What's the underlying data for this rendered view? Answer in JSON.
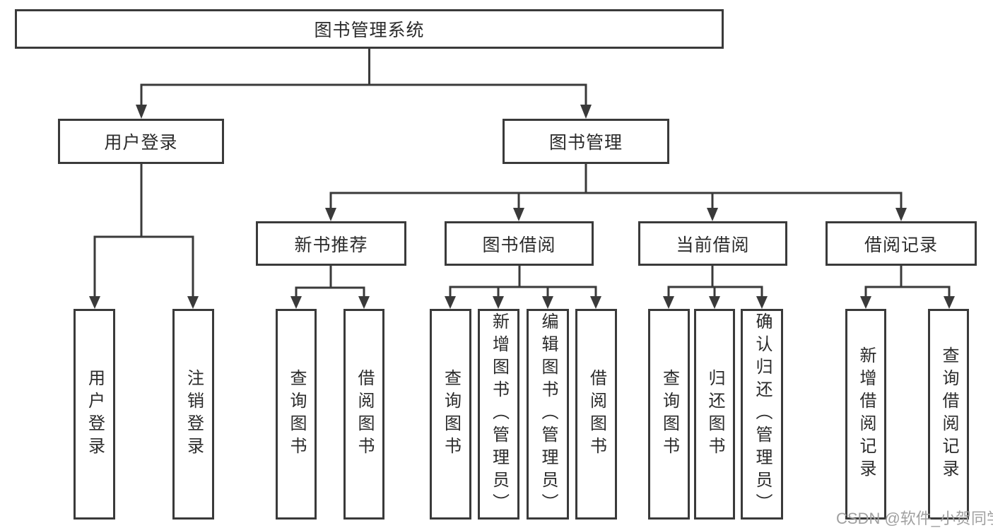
{
  "tree": {
    "root": {
      "label": "图书管理系统",
      "children": [
        {
          "label": "用户登录",
          "children": [
            {
              "label": "用户登录"
            },
            {
              "label": "注销登录"
            }
          ]
        },
        {
          "label": "图书管理",
          "children": [
            {
              "label": "新书推荐",
              "children": [
                {
                  "label": "查询图书"
                },
                {
                  "label": "借阅图书"
                }
              ]
            },
            {
              "label": "图书借阅",
              "children": [
                {
                  "label": "查询图书"
                },
                {
                  "label": "新增图书（管理员）"
                },
                {
                  "label": "编辑图书（管理员）"
                },
                {
                  "label": "借阅图书"
                }
              ]
            },
            {
              "label": "当前借阅",
              "children": [
                {
                  "label": "查询图书"
                },
                {
                  "label": "归还图书"
                },
                {
                  "label": "确认归还（管理员）"
                }
              ]
            },
            {
              "label": "借阅记录",
              "children": [
                {
                  "label": "新增借阅记录"
                },
                {
                  "label": "查询借阅记录"
                }
              ]
            }
          ]
        }
      ]
    }
  },
  "watermark": {
    "text": "CSDN @软件_小贺同学"
  },
  "colors": {
    "line": "#3a3a3a",
    "text": "#2b2b2b",
    "watermark": "#a0a0a0",
    "background": "#ffffff"
  }
}
